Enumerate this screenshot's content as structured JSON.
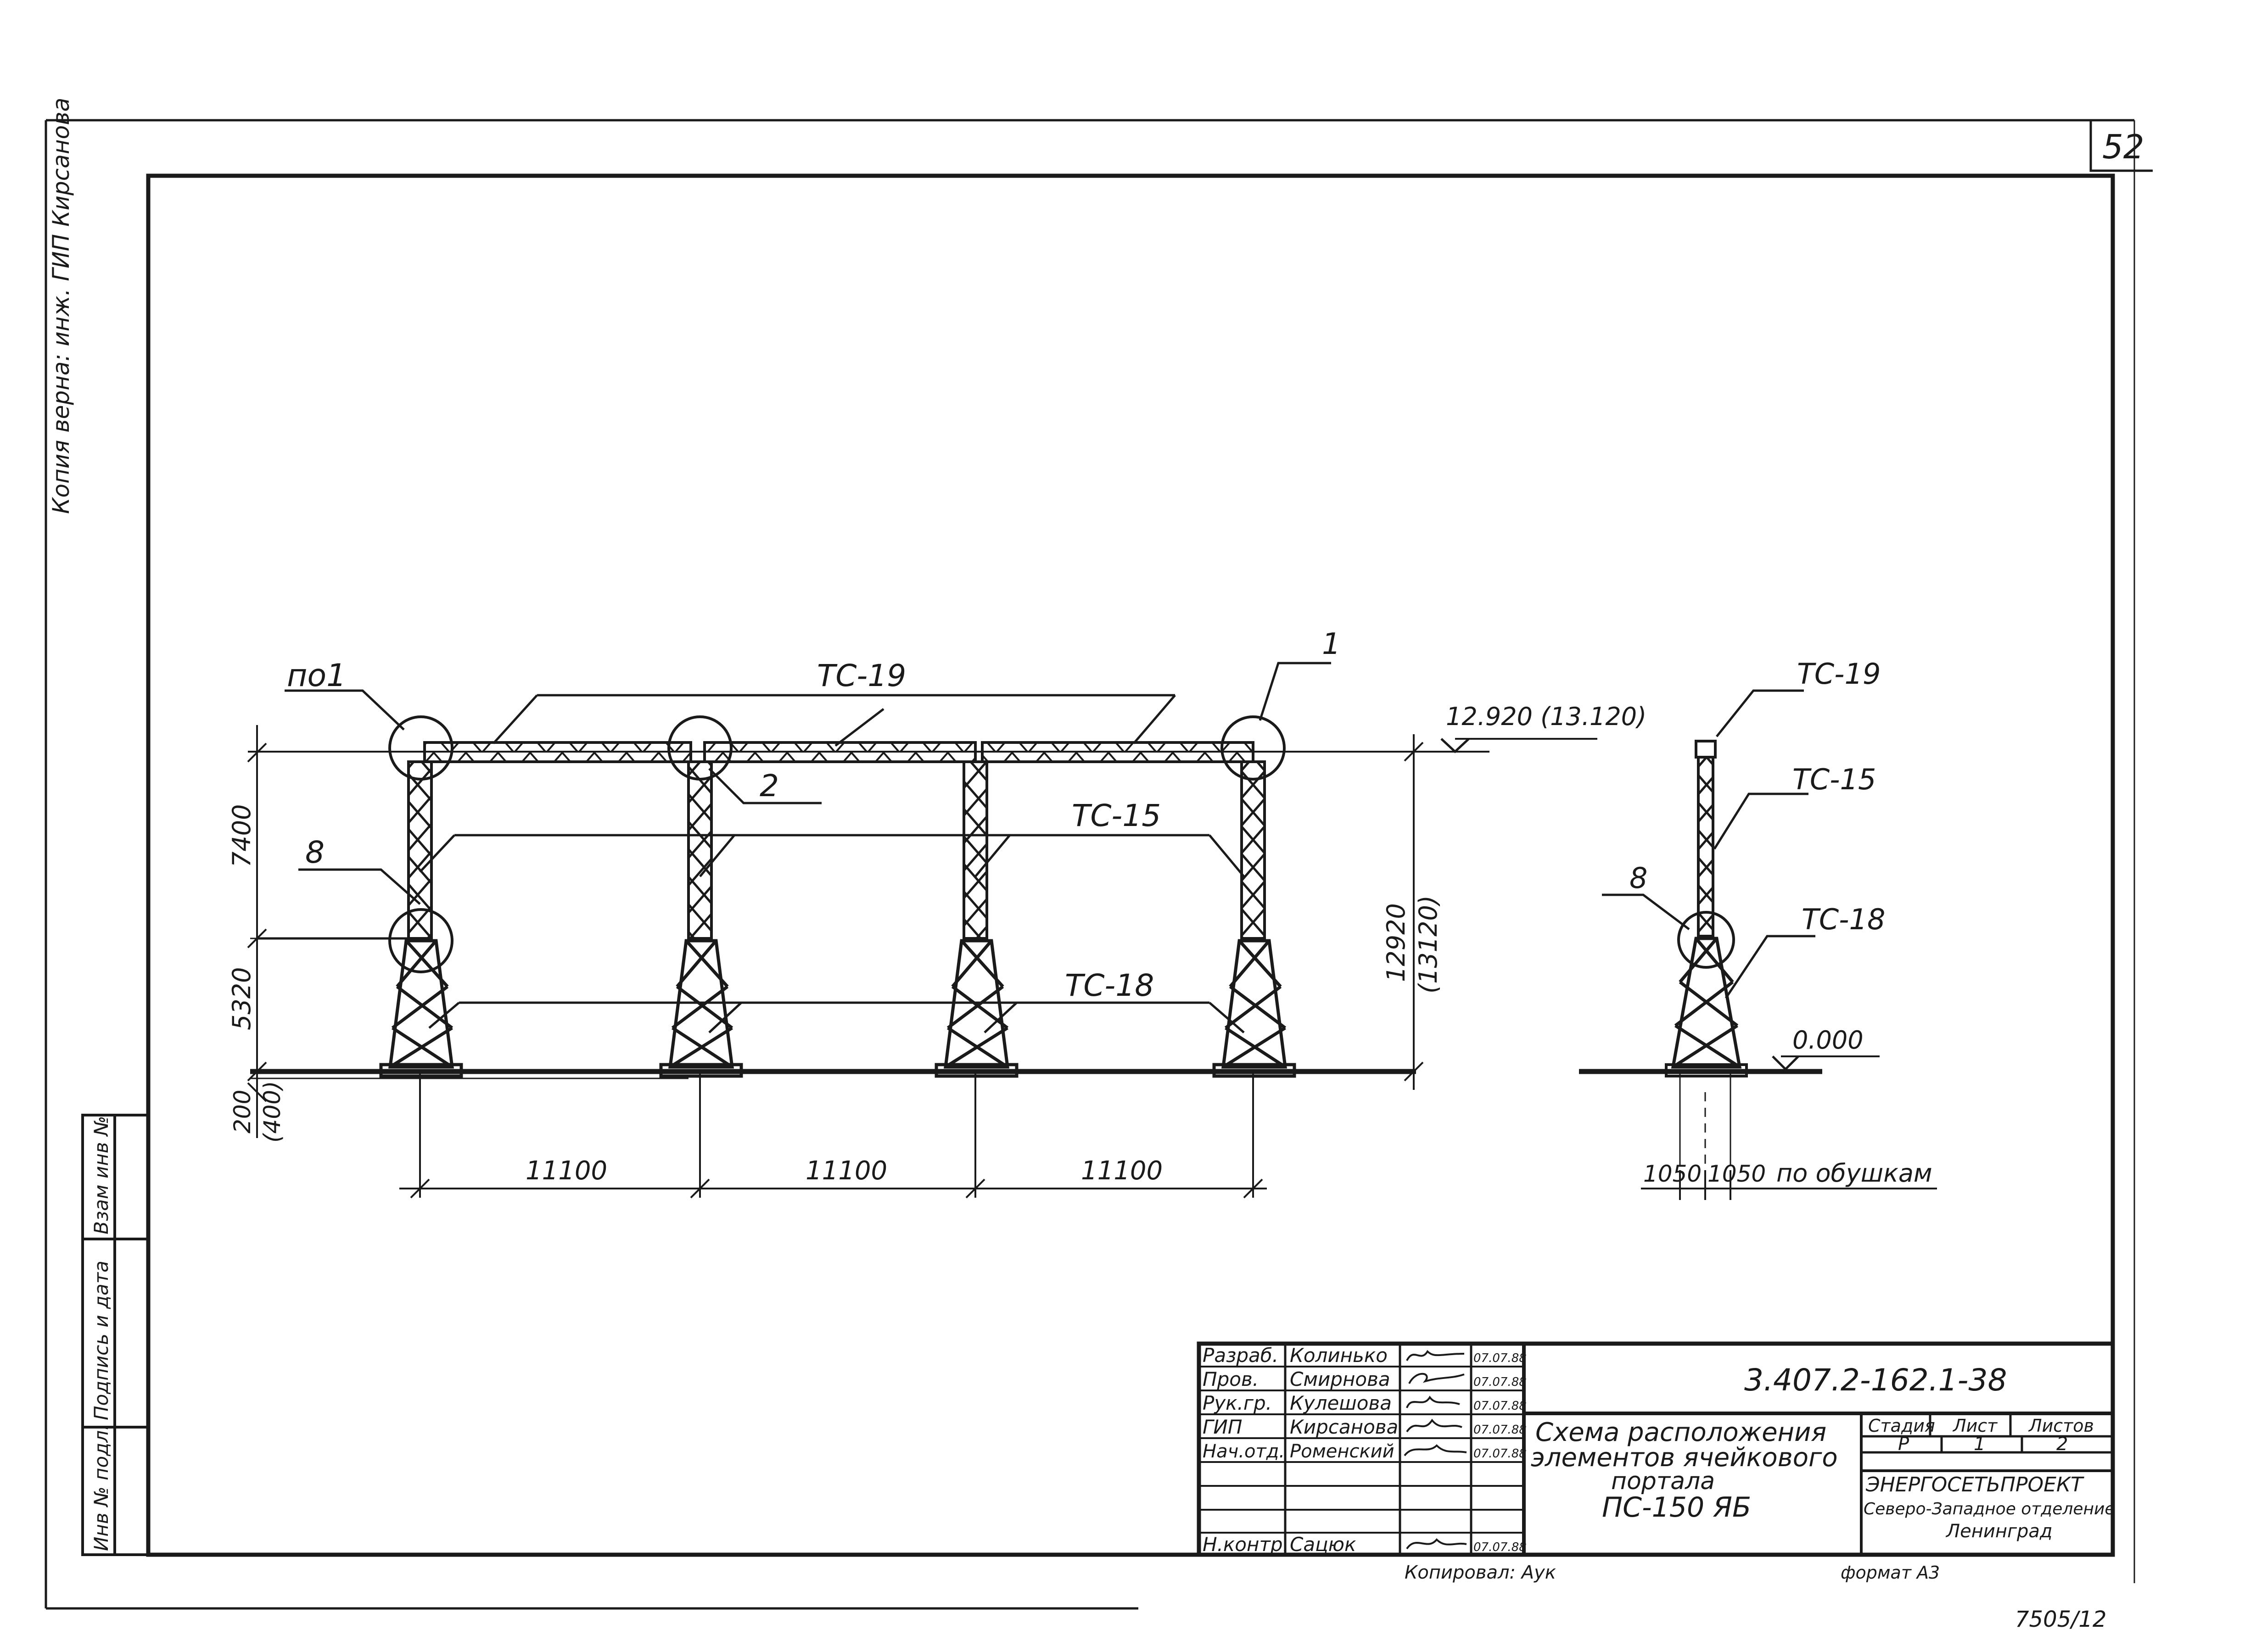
{
  "sheet": {
    "page_number": "52",
    "archive_number": "7505/12",
    "copy_note": "Копия верна: инж. ГИП Кирсанова",
    "copied_by": "Копировал: Аук",
    "format": "формат А3"
  },
  "left_strip": {
    "inv_no": "Инв № подл.",
    "sign_date": "Подпись и дата",
    "replace_inv": "Взам инв №"
  },
  "front_view": {
    "labels": {
      "node_1": "по1",
      "node_right": "1",
      "node_2": "2",
      "node_8": "8",
      "beam": "ТС-19",
      "upper_column": "ТС-15",
      "lower_column": "ТС-18"
    },
    "elevation_top": "12.920 (13.120)",
    "dims": {
      "upper": "7400",
      "lower": "5320",
      "base": "200",
      "base_alt": "(400)",
      "total": "12920",
      "total_alt": "(13120)",
      "spans": [
        "11100",
        "11100",
        "11100"
      ]
    }
  },
  "side_view": {
    "labels": {
      "beam": "ТС-19",
      "upper_column": "ТС-15",
      "lower_column": "ТС-18",
      "node_8": "8"
    },
    "ground_elevation": "0.000",
    "dims": {
      "left": "1050",
      "right": "1050",
      "note": "по обушкам"
    }
  },
  "title_block": {
    "doc_code": "3.407.2-162.1-38",
    "title_line1": "Схема расположения",
    "title_line2": "элементов ячейкового",
    "title_line3": "портала",
    "title_line4": "ПС-150 ЯБ",
    "stage_header": "Стадия",
    "sheet_header": "Лист",
    "sheets_header": "Листов",
    "stage": "Р",
    "sheet": "1",
    "sheets": "2",
    "org_line1": "ЭНЕРГОСЕТЬПРОЕКТ",
    "org_line2": "Северо-Западное отделение",
    "org_line3": "Ленинград",
    "staff": [
      {
        "role": "Разраб.",
        "name": "Колинько",
        "date": "07.07.88"
      },
      {
        "role": "Пров.",
        "name": "Смирнова",
        "date": "07.07.88"
      },
      {
        "role": "Рук.гр.",
        "name": "Кулешова",
        "date": "07.07.88"
      },
      {
        "role": "ГИП",
        "name": "Кирсанова",
        "date": "07.07.88"
      },
      {
        "role": "Нач.отд.",
        "name": "Роменский",
        "date": "07.07.88"
      },
      {
        "role": "Н.контр.",
        "name": "Сацюк",
        "date": "07.07.88"
      }
    ]
  }
}
